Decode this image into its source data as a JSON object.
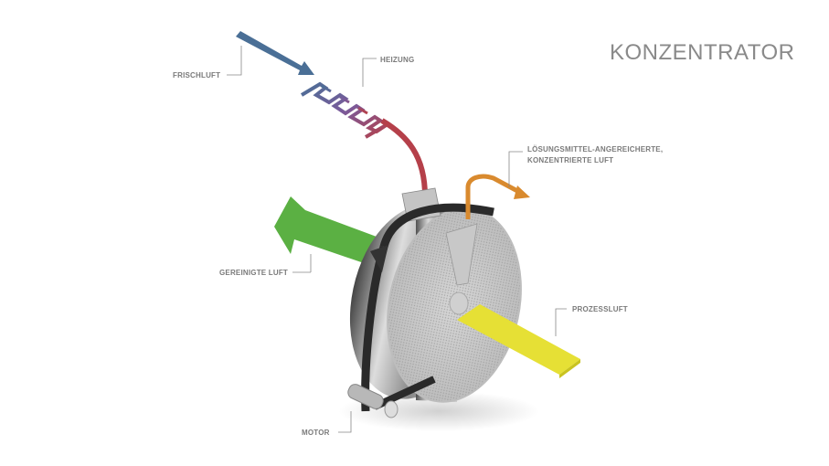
{
  "title": "KONZENTRATOR",
  "labels": {
    "frischluft": "FRISCHLUFT",
    "heizung": "HEIZUNG",
    "loesungsmittel_line1": "LÖSUNGSMITTEL-ANGEREICHERTE,",
    "loesungsmittel_line2": "KONZENTRIERTE LUFT",
    "gereinigte_luft": "GEREINIGTE LUFT",
    "prozessluft": "PROZESSLUFT",
    "motor": "MOTOR"
  },
  "colors": {
    "fresh_air": "#4a6f96",
    "heated_air": "#b5404a",
    "concentrated_air": "#d98a2e",
    "clean_air": "#5bb043",
    "process_air": "#e6e035",
    "belt": "#2a2a2a"
  }
}
